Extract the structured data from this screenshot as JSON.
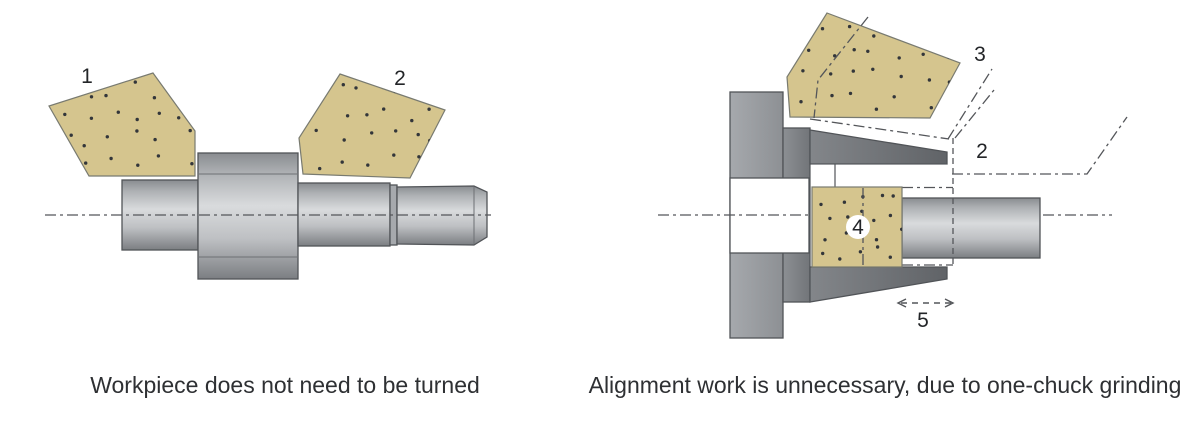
{
  "left": {
    "caption": "Workpiece does not need to be turned",
    "wheel1_label": "1",
    "wheel2_label": "2"
  },
  "right": {
    "caption": "Alignment work is unnecessary, due to one-chuck grinding",
    "wheel3_label": "3",
    "profile_label": "2",
    "wheel4_label": "4",
    "dimension_label": "5"
  },
  "colors": {
    "abrasive_fill": "#d5c58e",
    "abrasive_grit_dot": "#33363a",
    "metal_light": "#d9dbdd",
    "metal_dark": "#7b7e82",
    "outline": "#515458",
    "phantom_line": "#54565a",
    "text": "#2e3033"
  },
  "icons": {
    "centerline": "dash-dot-centerline",
    "dimension_arrow": "double-headed-dashed-arrow"
  }
}
